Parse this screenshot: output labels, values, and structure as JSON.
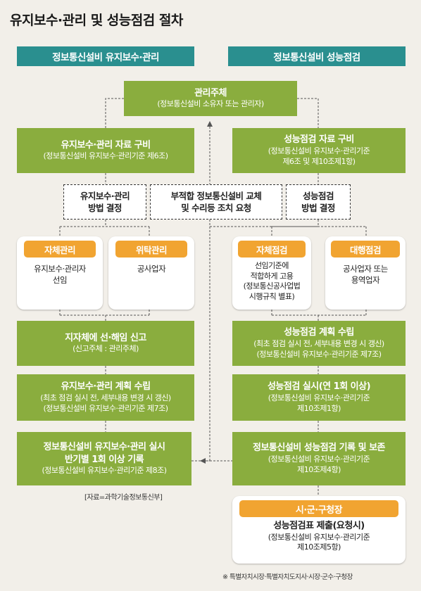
{
  "title": "유지보수·관리 및 성능점검 절차",
  "headers": {
    "left": "정보통신설비 유지보수·관리",
    "right": "정보통신설비 성능점검"
  },
  "top_box": {
    "main": "관리주체",
    "sub": "(정보통신설비 소유자 또는 관리자)"
  },
  "left_prep": {
    "main": "유지보수·관리 자료 구비",
    "sub": "(정보통신설비 유지보수·관리기준 제6조)"
  },
  "right_prep": {
    "main": "성능점검 자료 구비",
    "sub1": "(정보통신설비 유지보수·관리기준",
    "sub2": "제6조 및 제10조제1항)"
  },
  "decisions": {
    "left": {
      "line1": "유지보수·관리",
      "line2": "방법 결정"
    },
    "middle": {
      "line1": "부적합 정보통신설비 교체",
      "line2": "및 수리등 조치 요청"
    },
    "right": {
      "line1": "성능점검",
      "line2": "방법 결정"
    }
  },
  "cards": [
    {
      "label": "자체관리",
      "lines": [
        "유지보수·관리자",
        "선임"
      ]
    },
    {
      "label": "위탁관리",
      "lines": [
        "공사업자"
      ]
    },
    {
      "label": "자체점검",
      "lines": [
        "선임기준에",
        "적합하게 고용",
        "(정보통신공사업법",
        "시행규칙 별표)"
      ]
    },
    {
      "label": "대행점검",
      "lines": [
        "공사업자 또는",
        "용역업자"
      ]
    }
  ],
  "left_steps": [
    {
      "lines": [
        "지자체에 선·해임 신고"
      ],
      "sub": [
        "(신고주체 : 관리주체)"
      ]
    },
    {
      "lines": [
        "유지보수·관리 계획 수립"
      ],
      "sub": [
        "(최초 점검 실시 전, 세부내용 변경 시 갱신)",
        "(정보통신설비 유지보수·관리기준 제7조)"
      ]
    },
    {
      "lines": [
        "정보통신설비 유지보수·관리 실시",
        "반기별 1회 이상 기록"
      ],
      "sub": [
        "(정보통신설비 유지보수·관리기준 제8조)"
      ]
    }
  ],
  "right_steps": [
    {
      "lines": [
        "성능점검 계획 수립"
      ],
      "sub": [
        "(최초 점검 실시 전, 세부내용 변경 시 갱신)",
        "(정보통신설비 유지보수·관리기준 제7조)"
      ]
    },
    {
      "lines": [
        "성능점검 실시(연 1회 이상)"
      ],
      "sub": [
        "(정보통신설비 유지보수·관리기준",
        "제10조제1항)"
      ]
    },
    {
      "lines": [
        "정보통신설비 성능점검 기록 및 보존"
      ],
      "sub": [
        "(정보통신설비 유지보수·관리기준",
        "제10조제4항)"
      ]
    }
  ],
  "final_box": {
    "label": "시·군·구청장",
    "main": "성능점검표 제출(요청시)",
    "sub1": "(정보통신설비 유지보수·관리기준",
    "sub2": "제10조제5항)"
  },
  "source": "[자료=과학기술정보통신부]",
  "footnote": "※ 특별자치시장·특별자치도지사·시장·군수·구청장",
  "colors": {
    "header_teal": "#2a8f8f",
    "box_green": "#8aad3e",
    "label_orange": "#f1a431",
    "background": "#f2efe9"
  }
}
